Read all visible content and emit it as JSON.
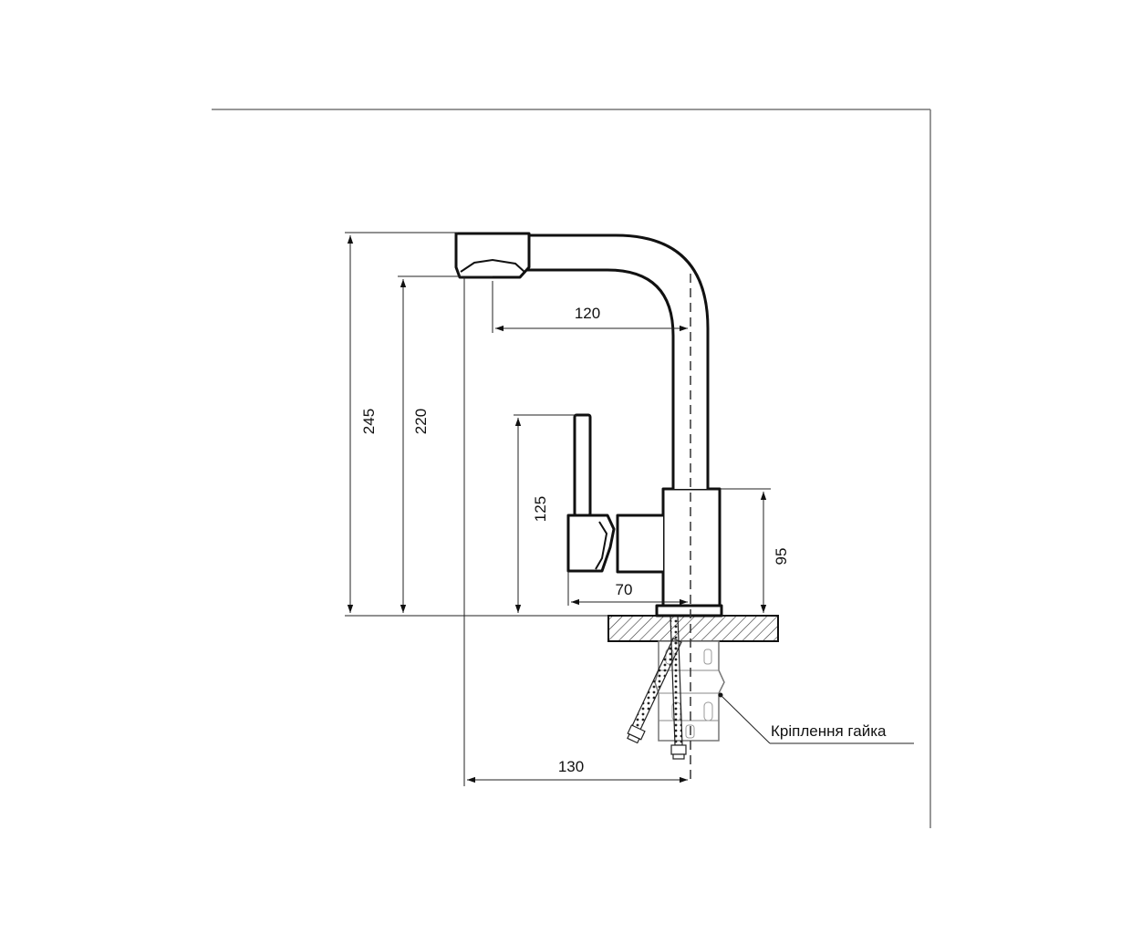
{
  "drawing": {
    "dimensions": {
      "total_height": "245",
      "spout_height": "220",
      "spout_reach": "120",
      "lever_height": "125",
      "body_height": "95",
      "lever_reach": "70",
      "overall_reach": "130"
    },
    "callout": {
      "label": "Кріплення гайка"
    }
  }
}
